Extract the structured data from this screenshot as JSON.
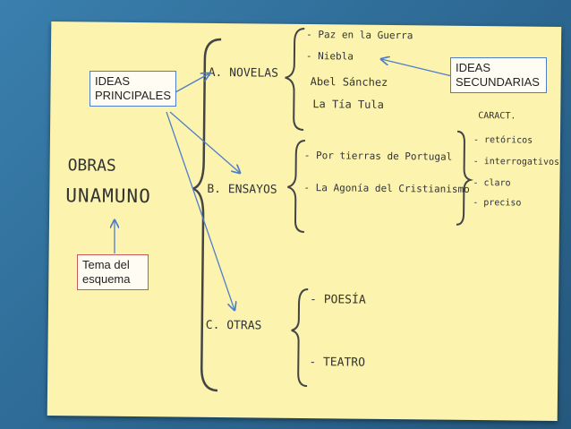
{
  "topic": {
    "line1": "OBRAS",
    "line2": "UNAMUNO"
  },
  "main_ideas": [
    {
      "label": "A. NOVELAS"
    },
    {
      "label": "B. ENSAYOS"
    },
    {
      "label": "C. OTRAS"
    }
  ],
  "novelas": [
    "- Paz en la Guerra",
    "- Niebla",
    "Abel Sánchez",
    "La Tía Tula"
  ],
  "ensayos": [
    "- Por tierras de Portugal",
    "- La Agonía del Cristianismo"
  ],
  "caract": {
    "heading": "CARACT.",
    "items": [
      "- retóricos",
      "- interrogativos",
      "- claro",
      "- preciso"
    ]
  },
  "otras": [
    "- POESÍA",
    "- TEATRO"
  ],
  "callouts": {
    "ideas_principales": [
      "IDEAS",
      "PRINCIPALES"
    ],
    "ideas_secundarias": [
      "IDEAS",
      "SECUNDARIAS"
    ],
    "tema": [
      "Tema del",
      "esquema"
    ]
  },
  "colors": {
    "board": "#2f6f9a",
    "paper": "#fbf3ae",
    "arrow": "#4f7ec9",
    "red": "#c65a5a"
  }
}
